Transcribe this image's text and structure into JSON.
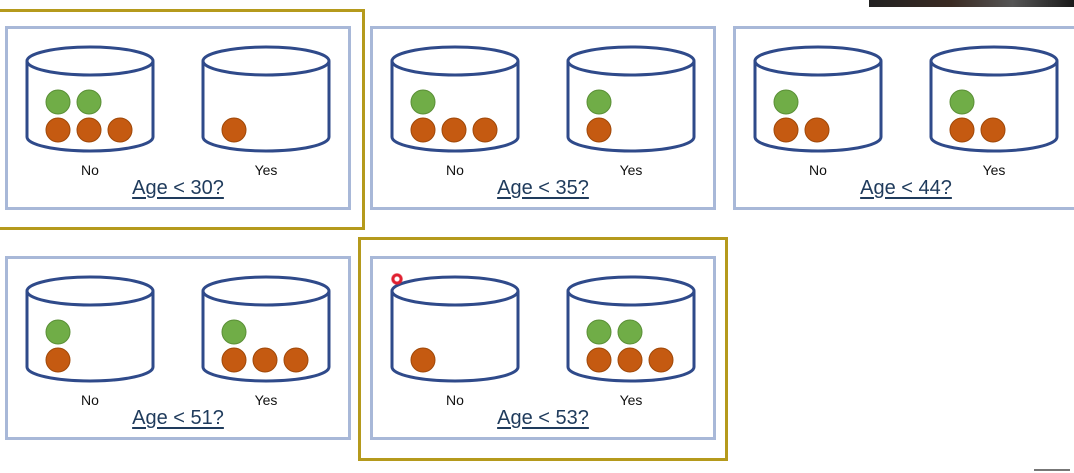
{
  "labels": {
    "no": "No",
    "yes": "Yes"
  },
  "panels": [
    {
      "question": "Age < 30?",
      "highlighted": true,
      "no": [
        "green",
        "green",
        "orange",
        "orange",
        "orange"
      ],
      "yes": [
        "orange"
      ]
    },
    {
      "question": "Age < 35?",
      "highlighted": false,
      "no": [
        "green",
        "orange",
        "orange",
        "orange"
      ],
      "yes": [
        "green",
        "orange"
      ]
    },
    {
      "question": "Age < 44?",
      "highlighted": false,
      "no": [
        "green",
        "orange",
        "orange"
      ],
      "yes": [
        "green",
        "orange",
        "orange"
      ]
    },
    {
      "question": "Age < 51?",
      "highlighted": false,
      "no": [
        "green",
        "orange"
      ],
      "yes": [
        "green",
        "orange",
        "orange",
        "orange"
      ]
    },
    {
      "question": "Age < 53?",
      "highlighted": true,
      "no": [
        "orange"
      ],
      "yes": [
        "green",
        "green",
        "orange",
        "orange",
        "orange"
      ]
    }
  ],
  "colors": {
    "green": "#70ad47",
    "orange": "#c55a11",
    "cylinder": "#2f4a8a",
    "panel_border": "#a8b8d8",
    "highlight": "#b59a1c"
  }
}
